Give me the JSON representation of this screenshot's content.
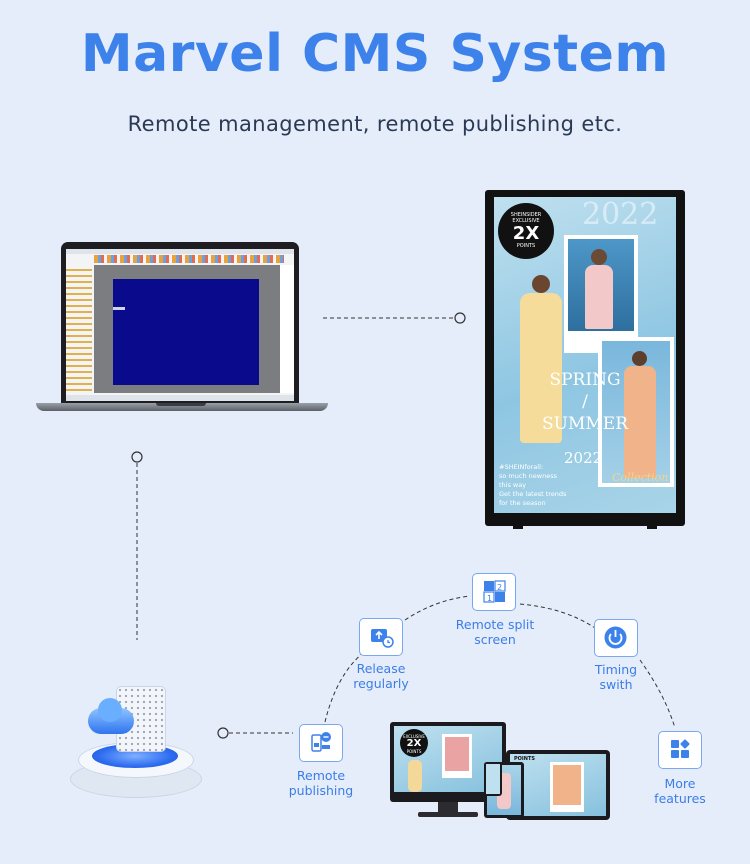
{
  "header": {
    "title": "Marvel CMS System",
    "subtitle": "Remote management, remote publishing etc."
  },
  "signage": {
    "badge_top": "SHEINSIDER EXCLUSIVE",
    "badge_big": "2X",
    "badge_bottom": "POINTS",
    "year_watermark": "2022",
    "spring": "SPRING",
    "slash": "/",
    "summer": "SUMMER",
    "year": "2022",
    "collection": "Collection",
    "hashtag": "#SHEINforall:",
    "lines": [
      "so much newness",
      "this way",
      "Get the latest trends",
      "for the season"
    ]
  },
  "features": {
    "release": "Release regularly",
    "split": "Remote split screen",
    "timing": "Timing swith",
    "publishing": "Remote publishing",
    "more": "More features"
  },
  "devices": {
    "monitor_badge_top": "EXCLUSIVE",
    "monitor_badge_big": "2X",
    "monitor_badge_bottom": "POINTS",
    "tablet_badge": "POINTS"
  },
  "colors": {
    "accent": "#3d82ea",
    "background": "#e6edfa",
    "desktop_blue": "#0a0a8c"
  }
}
